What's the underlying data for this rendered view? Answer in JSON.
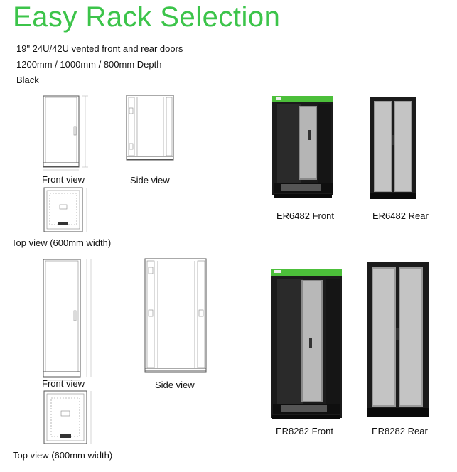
{
  "header": {
    "title": "Easy Rack Selection",
    "specs": [
      "19\" 24U/42U vented front and rear doors",
      "1200mm / 1000mm / 800mm Depth",
      "Black"
    ]
  },
  "section_24u": {
    "front_view": "Front view",
    "side_view": "Side view",
    "top_view": "Top view (600mm width)",
    "photo_front": "ER6482 Front",
    "photo_rear": "ER6482 Rear"
  },
  "section_42u": {
    "front_view": "Front view",
    "side_view": "Side view",
    "top_view": "Top view (600mm width)",
    "photo_front": "ER8282 Front",
    "photo_rear": "ER8282 Rear"
  },
  "colors": {
    "title_green": "#3cc44a",
    "rack_black": "#1b1b1b",
    "rack_green_top": "#4cbf3a"
  }
}
